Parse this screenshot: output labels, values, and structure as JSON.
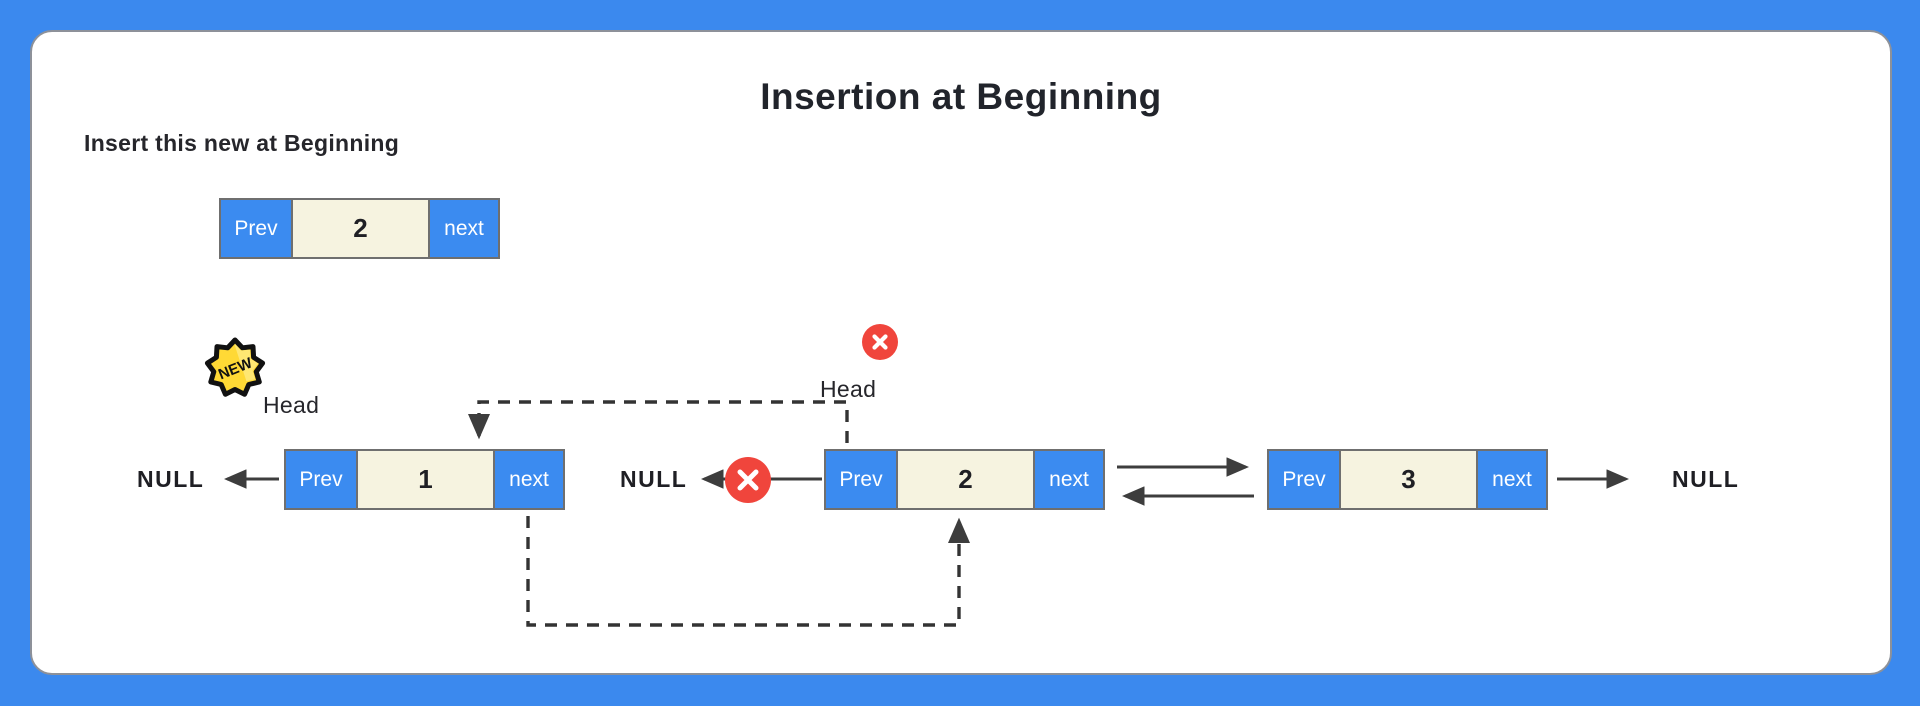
{
  "title": "Insertion at Beginning",
  "subtitle": "Insert this new at Beginning",
  "new_node": {
    "prev_label": "Prev",
    "value": "2",
    "next_label": "next"
  },
  "new_head": {
    "badge_text": "NEW",
    "label": "Head"
  },
  "old_head": {
    "label": "Head"
  },
  "list_nodes": [
    {
      "prev_label": "Prev",
      "value": "1",
      "next_label": "next"
    },
    {
      "prev_label": "Prev",
      "value": "2",
      "next_label": "next"
    },
    {
      "prev_label": "Prev",
      "value": "3",
      "next_label": "next"
    }
  ],
  "null_labels": {
    "left": "NULL",
    "middle": "NULL",
    "right": "NULL"
  },
  "icons": {
    "new_badge": "yellow-starburst-new-badge",
    "old_head_removed": "red-x-circle",
    "removed_prev_link": "red-x-circle"
  },
  "colors": {
    "page_background": "#3B89EE",
    "card_background": "#FFFFFF",
    "pointer_cell_blue": "#3B8BF0",
    "value_cell_cream": "#F6F3E0",
    "node_border_gray": "#6F6F6F",
    "arrow_dark": "#3D3D3D",
    "removed_red": "#F0453C",
    "badge_yellow": "#FFD935",
    "text_dark": "#21242B"
  }
}
